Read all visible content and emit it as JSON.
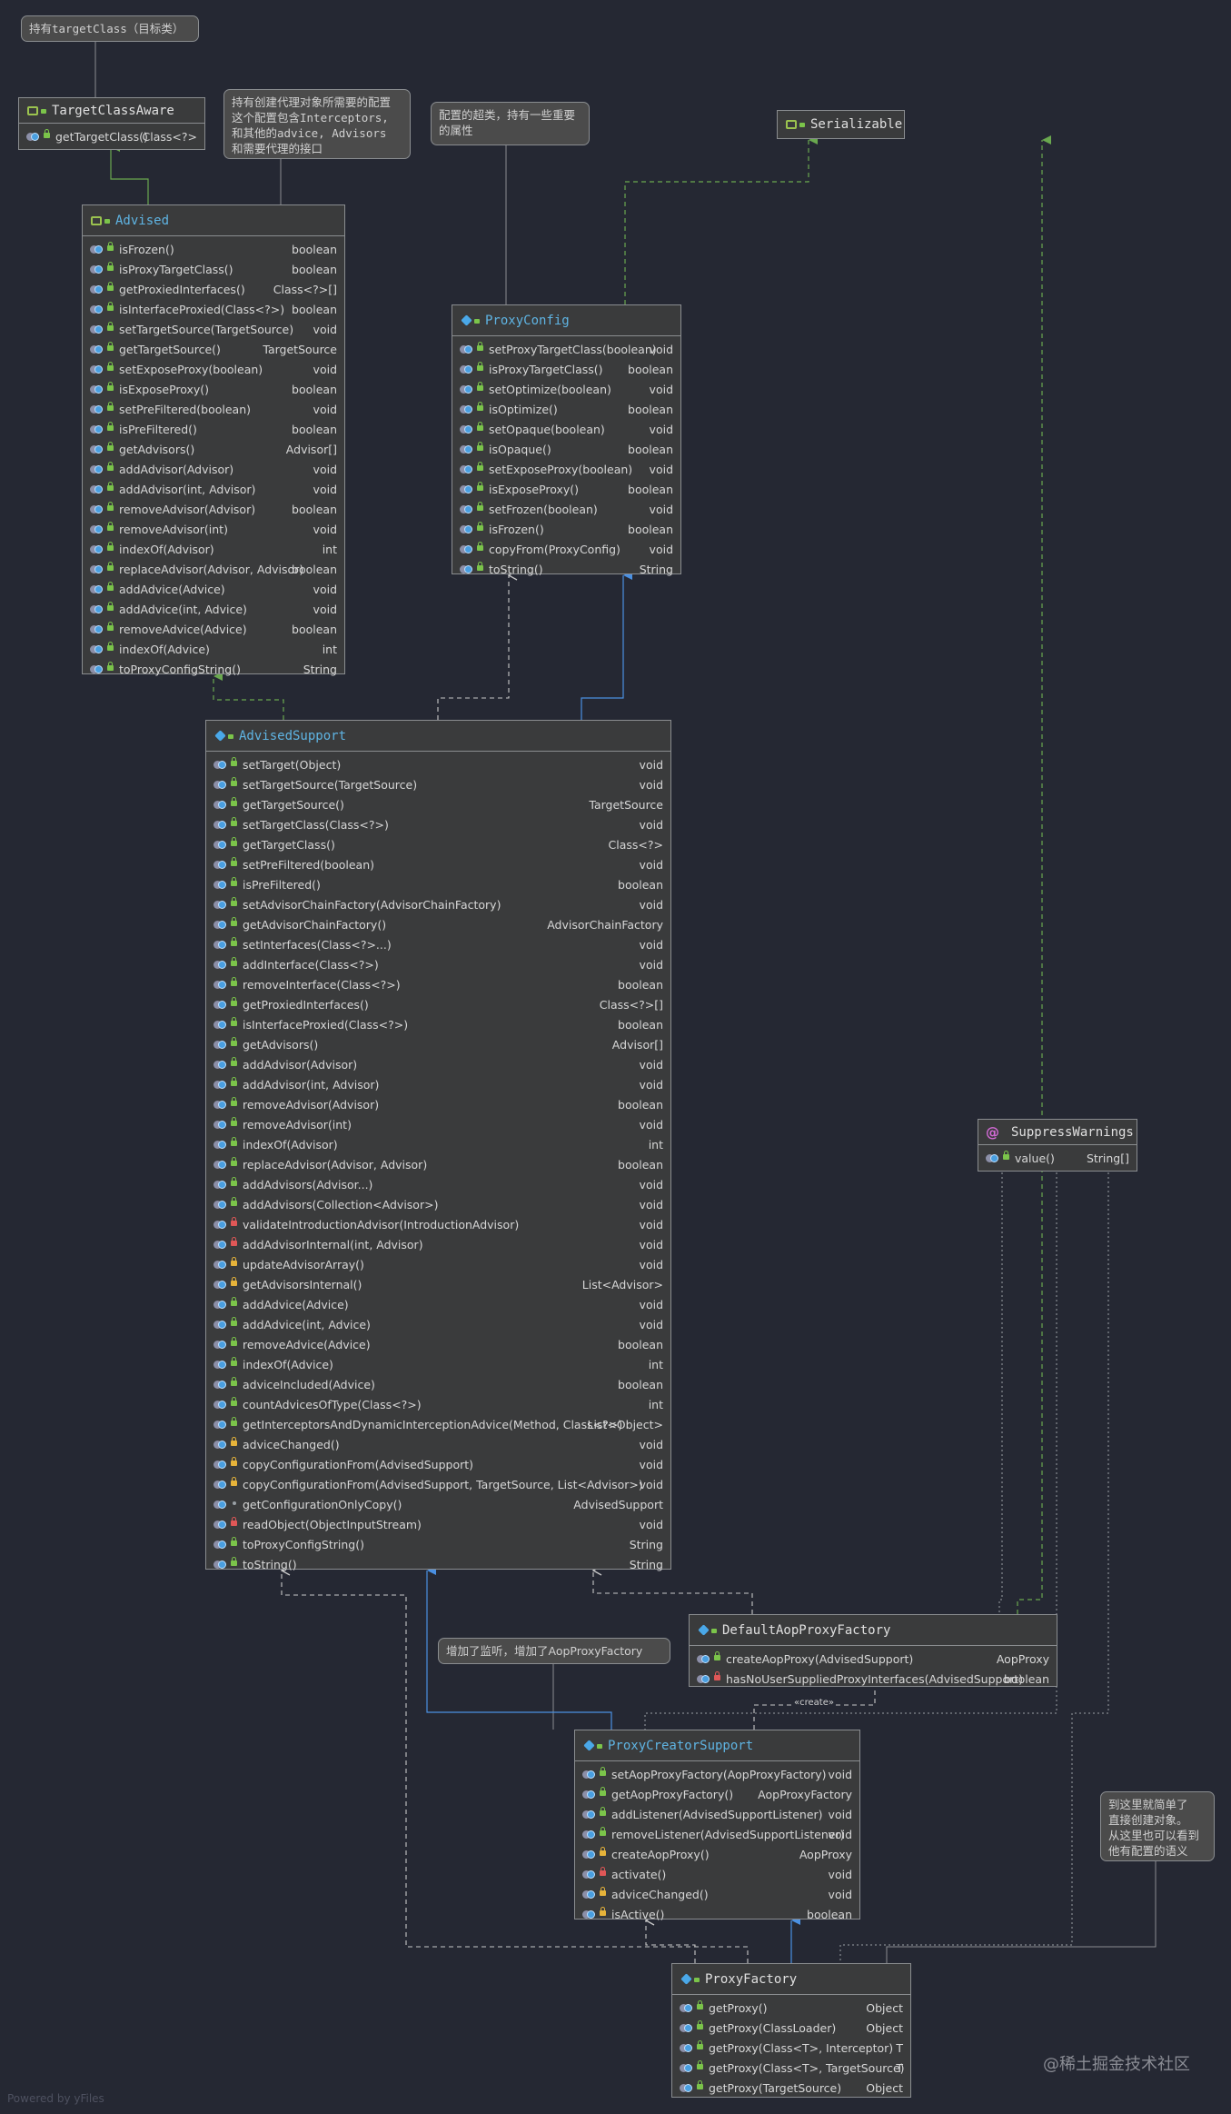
{
  "notes": {
    "target_class": "持有targetClass（目标类）",
    "advised": "持有创建代理对象所需要的配置\n这个配置包含Interceptors,\n和其他的advice, Advisors\n和需要代理的接口",
    "proxy_config": "配置的超类，持有一些重要\n的属性",
    "proxy_creator": "增加了监听，增加了AopProxyFactory",
    "proxy_factory": "到这里就简单了\n直接创建对象。\n从这里也可以看到\n他有配置的语义"
  },
  "classes": {
    "target_class_aware": {
      "name": "TargetClassAware",
      "kind": "interface",
      "members": [
        {
          "name": "getTargetClass()",
          "type": "Class<?>",
          "vis": "pub"
        }
      ]
    },
    "serializable": {
      "name": "Serializable",
      "kind": "interface",
      "members": []
    },
    "advised": {
      "name": "Advised",
      "kind": "interface",
      "members": [
        {
          "name": "isFrozen()",
          "type": "boolean",
          "vis": "pub"
        },
        {
          "name": "isProxyTargetClass()",
          "type": "boolean",
          "vis": "pub"
        },
        {
          "name": "getProxiedInterfaces()",
          "type": "Class<?>[]",
          "vis": "pub"
        },
        {
          "name": "isInterfaceProxied(Class<?>)",
          "type": "boolean",
          "vis": "pub"
        },
        {
          "name": "setTargetSource(TargetSource)",
          "type": "void",
          "vis": "pub"
        },
        {
          "name": "getTargetSource()",
          "type": "TargetSource",
          "vis": "pub"
        },
        {
          "name": "setExposeProxy(boolean)",
          "type": "void",
          "vis": "pub"
        },
        {
          "name": "isExposeProxy()",
          "type": "boolean",
          "vis": "pub"
        },
        {
          "name": "setPreFiltered(boolean)",
          "type": "void",
          "vis": "pub"
        },
        {
          "name": "isPreFiltered()",
          "type": "boolean",
          "vis": "pub"
        },
        {
          "name": "getAdvisors()",
          "type": "Advisor[]",
          "vis": "pub"
        },
        {
          "name": "addAdvisor(Advisor)",
          "type": "void",
          "vis": "pub"
        },
        {
          "name": "addAdvisor(int, Advisor)",
          "type": "void",
          "vis": "pub"
        },
        {
          "name": "removeAdvisor(Advisor)",
          "type": "boolean",
          "vis": "pub"
        },
        {
          "name": "removeAdvisor(int)",
          "type": "void",
          "vis": "pub"
        },
        {
          "name": "indexOf(Advisor)",
          "type": "int",
          "vis": "pub"
        },
        {
          "name": "replaceAdvisor(Advisor, Advisor)",
          "type": "boolean",
          "vis": "pub"
        },
        {
          "name": "addAdvice(Advice)",
          "type": "void",
          "vis": "pub"
        },
        {
          "name": "addAdvice(int, Advice)",
          "type": "void",
          "vis": "pub"
        },
        {
          "name": "removeAdvice(Advice)",
          "type": "boolean",
          "vis": "pub"
        },
        {
          "name": "indexOf(Advice)",
          "type": "int",
          "vis": "pub"
        },
        {
          "name": "toProxyConfigString()",
          "type": "String",
          "vis": "pub"
        }
      ]
    },
    "proxy_config": {
      "name": "ProxyConfig",
      "kind": "class",
      "members": [
        {
          "name": "setProxyTargetClass(boolean)",
          "type": "void",
          "vis": "pub"
        },
        {
          "name": "isProxyTargetClass()",
          "type": "boolean",
          "vis": "pub"
        },
        {
          "name": "setOptimize(boolean)",
          "type": "void",
          "vis": "pub"
        },
        {
          "name": "isOptimize()",
          "type": "boolean",
          "vis": "pub"
        },
        {
          "name": "setOpaque(boolean)",
          "type": "void",
          "vis": "pub"
        },
        {
          "name": "isOpaque()",
          "type": "boolean",
          "vis": "pub"
        },
        {
          "name": "setExposeProxy(boolean)",
          "type": "void",
          "vis": "pub"
        },
        {
          "name": "isExposeProxy()",
          "type": "boolean",
          "vis": "pub"
        },
        {
          "name": "setFrozen(boolean)",
          "type": "void",
          "vis": "pub"
        },
        {
          "name": "isFrozen()",
          "type": "boolean",
          "vis": "pub"
        },
        {
          "name": "copyFrom(ProxyConfig)",
          "type": "void",
          "vis": "pub"
        },
        {
          "name": "toString()",
          "type": "String",
          "vis": "pub"
        }
      ]
    },
    "advised_support": {
      "name": "AdvisedSupport",
      "kind": "class",
      "members": [
        {
          "name": "setTarget(Object)",
          "type": "void",
          "vis": "pub"
        },
        {
          "name": "setTargetSource(TargetSource)",
          "type": "void",
          "vis": "pub"
        },
        {
          "name": "getTargetSource()",
          "type": "TargetSource",
          "vis": "pub"
        },
        {
          "name": "setTargetClass(Class<?>)",
          "type": "void",
          "vis": "pub"
        },
        {
          "name": "getTargetClass()",
          "type": "Class<?>",
          "vis": "pub"
        },
        {
          "name": "setPreFiltered(boolean)",
          "type": "void",
          "vis": "pub"
        },
        {
          "name": "isPreFiltered()",
          "type": "boolean",
          "vis": "pub"
        },
        {
          "name": "setAdvisorChainFactory(AdvisorChainFactory)",
          "type": "void",
          "vis": "pub"
        },
        {
          "name": "getAdvisorChainFactory()",
          "type": "AdvisorChainFactory",
          "vis": "pub"
        },
        {
          "name": "setInterfaces(Class<?>...)",
          "type": "void",
          "vis": "pub"
        },
        {
          "name": "addInterface(Class<?>)",
          "type": "void",
          "vis": "pub"
        },
        {
          "name": "removeInterface(Class<?>)",
          "type": "boolean",
          "vis": "pub"
        },
        {
          "name": "getProxiedInterfaces()",
          "type": "Class<?>[]",
          "vis": "pub"
        },
        {
          "name": "isInterfaceProxied(Class<?>)",
          "type": "boolean",
          "vis": "pub"
        },
        {
          "name": "getAdvisors()",
          "type": "Advisor[]",
          "vis": "pub"
        },
        {
          "name": "addAdvisor(Advisor)",
          "type": "void",
          "vis": "pub"
        },
        {
          "name": "addAdvisor(int, Advisor)",
          "type": "void",
          "vis": "pub"
        },
        {
          "name": "removeAdvisor(Advisor)",
          "type": "boolean",
          "vis": "pub"
        },
        {
          "name": "removeAdvisor(int)",
          "type": "void",
          "vis": "pub"
        },
        {
          "name": "indexOf(Advisor)",
          "type": "int",
          "vis": "pub"
        },
        {
          "name": "replaceAdvisor(Advisor, Advisor)",
          "type": "boolean",
          "vis": "pub"
        },
        {
          "name": "addAdvisors(Advisor...)",
          "type": "void",
          "vis": "pub"
        },
        {
          "name": "addAdvisors(Collection<Advisor>)",
          "type": "void",
          "vis": "pub"
        },
        {
          "name": "validateIntroductionAdvisor(IntroductionAdvisor)",
          "type": "void",
          "vis": "pri"
        },
        {
          "name": "addAdvisorInternal(int, Advisor)",
          "type": "void",
          "vis": "pri"
        },
        {
          "name": "updateAdvisorArray()",
          "type": "void",
          "vis": "pro"
        },
        {
          "name": "getAdvisorsInternal()",
          "type": "List<Advisor>",
          "vis": "pro"
        },
        {
          "name": "addAdvice(Advice)",
          "type": "void",
          "vis": "pub"
        },
        {
          "name": "addAdvice(int, Advice)",
          "type": "void",
          "vis": "pub"
        },
        {
          "name": "removeAdvice(Advice)",
          "type": "boolean",
          "vis": "pub"
        },
        {
          "name": "indexOf(Advice)",
          "type": "int",
          "vis": "pub"
        },
        {
          "name": "adviceIncluded(Advice)",
          "type": "boolean",
          "vis": "pub"
        },
        {
          "name": "countAdvicesOfType(Class<?>)",
          "type": "int",
          "vis": "pub"
        },
        {
          "name": "getInterceptorsAndDynamicInterceptionAdvice(Method, Class<?>)",
          "type": "List<Object>",
          "vis": "pub"
        },
        {
          "name": "adviceChanged()",
          "type": "void",
          "vis": "pro"
        },
        {
          "name": "copyConfigurationFrom(AdvisedSupport)",
          "type": "void",
          "vis": "pro"
        },
        {
          "name": "copyConfigurationFrom(AdvisedSupport, TargetSource, List<Advisor>)",
          "type": "void",
          "vis": "pro"
        },
        {
          "name": "getConfigurationOnlyCopy()",
          "type": "AdvisedSupport",
          "vis": "pkg"
        },
        {
          "name": "readObject(ObjectInputStream)",
          "type": "void",
          "vis": "pri"
        },
        {
          "name": "toProxyConfigString()",
          "type": "String",
          "vis": "pub"
        },
        {
          "name": "toString()",
          "type": "String",
          "vis": "pub"
        }
      ]
    },
    "suppress_warnings": {
      "name": "SuppressWarnings",
      "kind": "annotation",
      "members": [
        {
          "name": "value()",
          "type": "String[]",
          "vis": "pub"
        }
      ]
    },
    "default_aop_proxy_factory": {
      "name": "DefaultAopProxyFactory",
      "kind": "class",
      "members": [
        {
          "name": "createAopProxy(AdvisedSupport)",
          "type": "AopProxy",
          "vis": "pub"
        },
        {
          "name": "hasNoUserSuppliedProxyInterfaces(AdvisedSupport)",
          "type": "boolean",
          "vis": "pri"
        }
      ]
    },
    "proxy_creator_support": {
      "name": "ProxyCreatorSupport",
      "kind": "class",
      "members": [
        {
          "name": "setAopProxyFactory(AopProxyFactory)",
          "type": "void",
          "vis": "pub"
        },
        {
          "name": "getAopProxyFactory()",
          "type": "AopProxyFactory",
          "vis": "pub"
        },
        {
          "name": "addListener(AdvisedSupportListener)",
          "type": "void",
          "vis": "pub"
        },
        {
          "name": "removeListener(AdvisedSupportListener)",
          "type": "void",
          "vis": "pub"
        },
        {
          "name": "createAopProxy()",
          "type": "AopProxy",
          "vis": "pro"
        },
        {
          "name": "activate()",
          "type": "void",
          "vis": "pri"
        },
        {
          "name": "adviceChanged()",
          "type": "void",
          "vis": "pro"
        },
        {
          "name": "isActive()",
          "type": "boolean",
          "vis": "pro"
        }
      ]
    },
    "proxy_factory": {
      "name": "ProxyFactory",
      "kind": "class",
      "members": [
        {
          "name": "getProxy()",
          "type": "Object",
          "vis": "pub"
        },
        {
          "name": "getProxy(ClassLoader)",
          "type": "Object",
          "vis": "pub"
        },
        {
          "name": "getProxy(Class<T>, Interceptor)",
          "type": "T",
          "vis": "pub"
        },
        {
          "name": "getProxy(Class<T>, TargetSource)",
          "type": "T",
          "vis": "pub"
        },
        {
          "name": "getProxy(TargetSource)",
          "type": "Object",
          "vis": "pub"
        }
      ]
    }
  },
  "create_label": "«create»",
  "footer": "Powered by yFiles",
  "watermark": "@稀土掘金技术社区",
  "colors": {
    "background": "#252833",
    "box": "#3a3b3c",
    "class_title": "#5fb4e3",
    "extends_line": "#4a90e2",
    "implements_line": "#6aa84f",
    "dependency_line": "#b0b0b0"
  }
}
